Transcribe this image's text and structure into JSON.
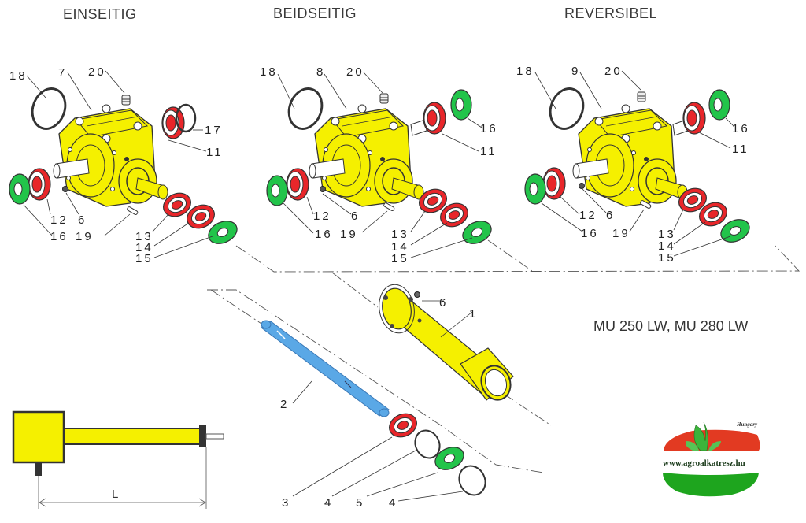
{
  "titles": {
    "single_sided": "EINSEITIG",
    "double_sided": "BEIDSEITIG",
    "reversible": "REVERSIBEL"
  },
  "model_label": "MU 250 LW, MU 280 LW",
  "colors": {
    "housing": "#f5f000",
    "bearing": "#e8262a",
    "seal": "#22c44a",
    "shaft": "#5aa8e6",
    "outline": "#333333"
  },
  "assemblies": [
    {
      "id": "einseitig",
      "housing_part": "7",
      "callouts": [
        "18",
        "7",
        "20",
        "17",
        "11",
        "12",
        "6",
        "16",
        "19",
        "13",
        "14",
        "15"
      ]
    },
    {
      "id": "beidseitig",
      "housing_part": "8",
      "callouts": [
        "18",
        "8",
        "20",
        "16",
        "11",
        "12",
        "6",
        "16",
        "19",
        "13",
        "14",
        "15"
      ]
    },
    {
      "id": "reversibel",
      "housing_part": "9",
      "callouts": [
        "18",
        "9",
        "20",
        "16",
        "11",
        "12",
        "6",
        "16",
        "19",
        "13",
        "14",
        "15"
      ]
    }
  ],
  "tube_assembly": {
    "callouts": [
      "6",
      "1",
      "2",
      "3",
      "4",
      "5",
      "4"
    ]
  },
  "dimension_diagram": {
    "label": "L"
  },
  "logo": {
    "url_text": "www.agroalkatresz.hu",
    "country": "Hungary"
  }
}
